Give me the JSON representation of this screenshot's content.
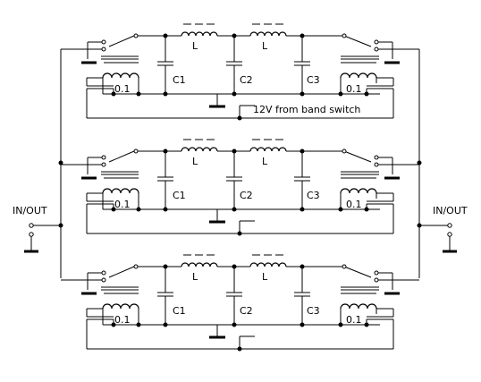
{
  "labels": {
    "in_out_left": "IN/OUT",
    "in_out_right": "IN/OUT",
    "supply": "12V from band switch",
    "c1": "C1",
    "c2": "C2",
    "c3": "C3",
    "inductor": "L",
    "coupling_cap": "0.1"
  },
  "stages": [
    {
      "name": "top",
      "has_supply_label": true
    },
    {
      "name": "middle",
      "has_supply_label": false
    },
    {
      "name": "bottom",
      "has_supply_label": false
    }
  ]
}
